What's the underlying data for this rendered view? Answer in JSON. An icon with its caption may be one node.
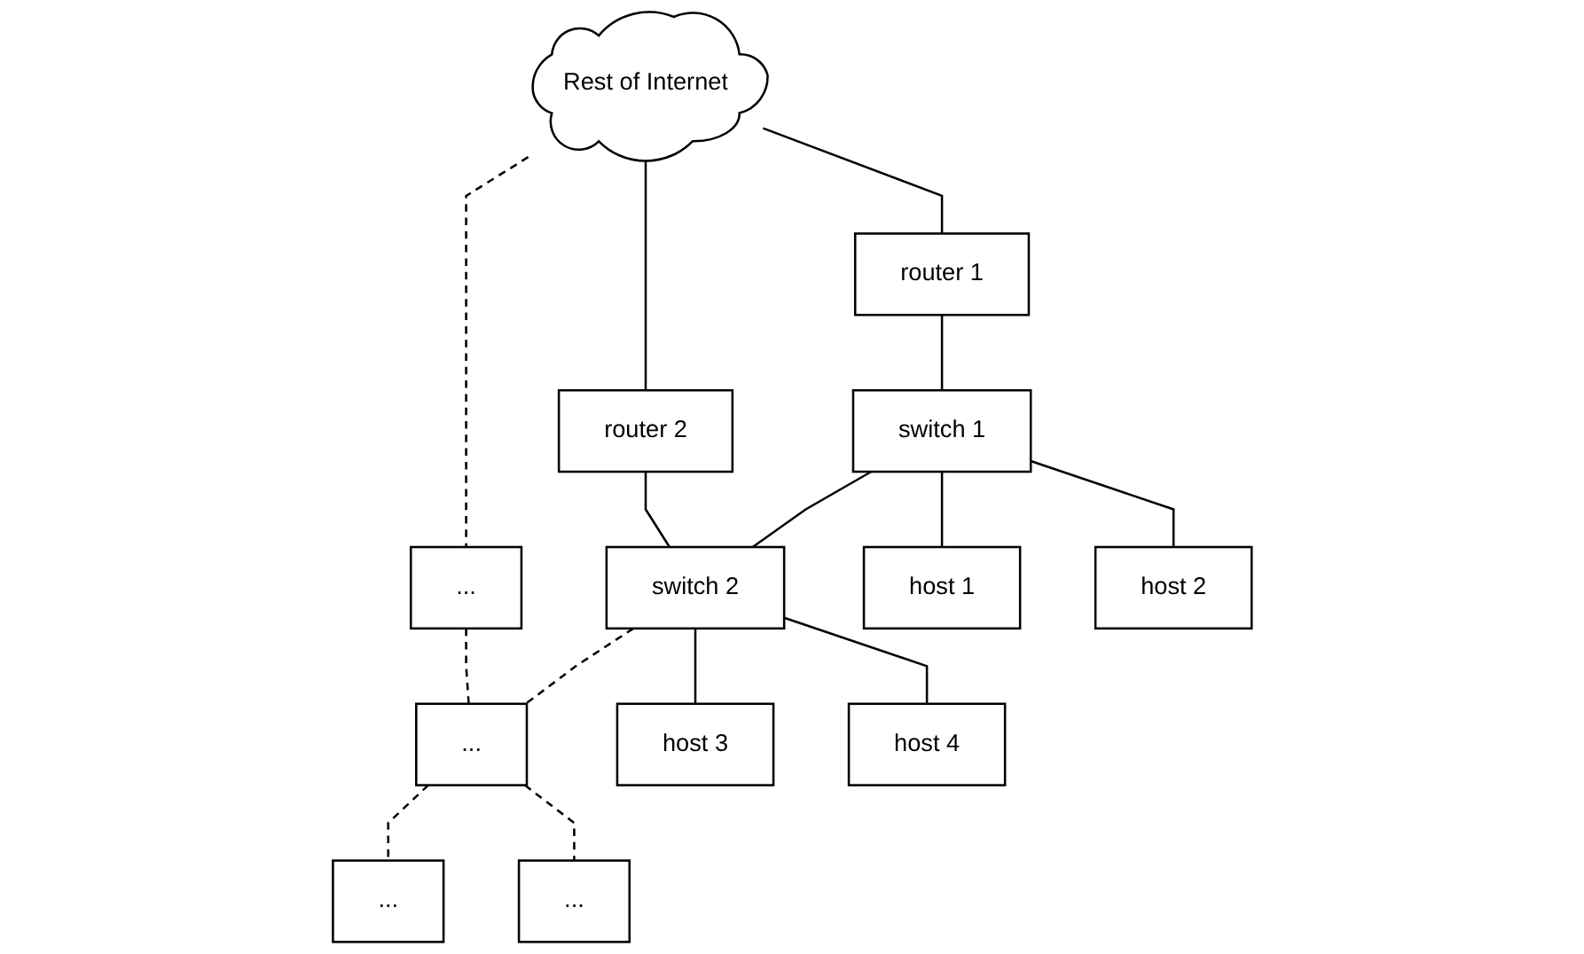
{
  "diagram": {
    "nodes": [
      {
        "text": [
          "Rest of Internet"
        ]
      },
      {
        "text": [
          "router 1"
        ]
      },
      {
        "text": [
          "router 2"
        ]
      },
      {
        "text": [
          "..."
        ]
      },
      {
        "text": [
          "switch 1"
        ]
      },
      {
        "text": [
          "switch 2"
        ]
      },
      {
        "text": [
          "..."
        ]
      },
      {
        "text": [
          "host 1"
        ]
      },
      {
        "text": [
          "host 2"
        ]
      },
      {
        "text": [
          "host 3"
        ]
      },
      {
        "text": [
          "host 4"
        ]
      },
      {
        "text": [
          "..."
        ]
      },
      {
        "text": [
          "..."
        ]
      }
    ],
    "edges": [
      {
        "from": 0,
        "to": 1,
        "arrow": "none"
      },
      {
        "from": 0,
        "to": 2,
        "arrow": "none"
      },
      {
        "from": 0,
        "to": 3,
        "arrow": "none",
        "style": "dashed"
      },
      {
        "from": 1,
        "to": 4,
        "arrow": "none"
      },
      {
        "from": 2,
        "to": 5,
        "arrow": "none"
      },
      {
        "from": 3,
        "to": 6,
        "arrow": "none",
        "style": "dashed"
      },
      {
        "from": 4,
        "to": 5,
        "arrow": "none"
      },
      {
        "from": 5,
        "to": 6,
        "arrow": "none",
        "style": "dashed"
      },
      {
        "from": 4,
        "to": 7,
        "arrow": "none"
      },
      {
        "from": 4,
        "to": 8,
        "arrow": "none"
      },
      {
        "from": 5,
        "to": 9,
        "arrow": "none"
      },
      {
        "from": 5,
        "to": 10,
        "arrow": "none"
      },
      {
        "from": 6,
        "to": 11,
        "arrow": "none",
        "style": "dashed"
      },
      {
        "from": 6,
        "to": 12,
        "arrow": "none",
        "style": "dashed"
      }
    ]
  }
}
